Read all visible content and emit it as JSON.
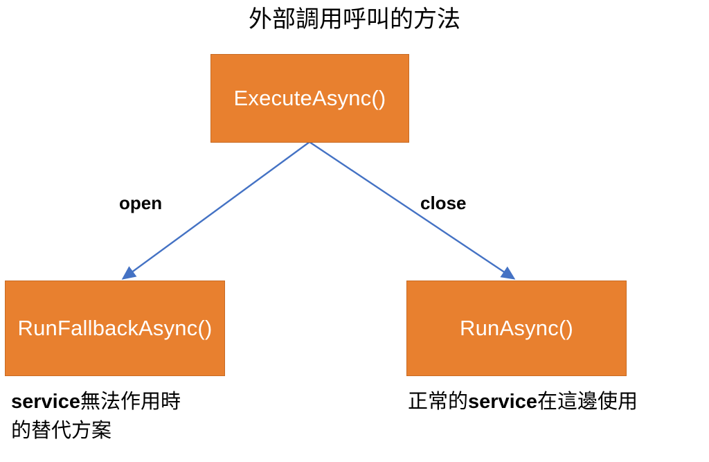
{
  "diagram": {
    "title": "外部調用呼叫的方法",
    "type": "flowchart",
    "colors": {
      "node_fill": "#E8802F",
      "node_border": "#C86A22",
      "node_text": "#FFFFFF",
      "connector": "#4472C4",
      "text": "#000000",
      "background": "#FFFFFF"
    },
    "nodes": [
      {
        "id": "execute",
        "label": "ExecuteAsync()"
      },
      {
        "id": "fallback",
        "label": "RunFallbackAsync()"
      },
      {
        "id": "run",
        "label": "RunAsync()"
      }
    ],
    "edges": [
      {
        "id": "open",
        "from": "execute",
        "to": "fallback",
        "label": "open"
      },
      {
        "id": "close",
        "from": "execute",
        "to": "run",
        "label": "close"
      }
    ],
    "captions": [
      {
        "id": "fallback-caption",
        "prefix": "service",
        "rest": "無法作用時\n的替代方案"
      },
      {
        "id": "run-caption",
        "lead": "正常的",
        "emphasis": "service",
        "tail": "在這邊使用"
      }
    ]
  }
}
